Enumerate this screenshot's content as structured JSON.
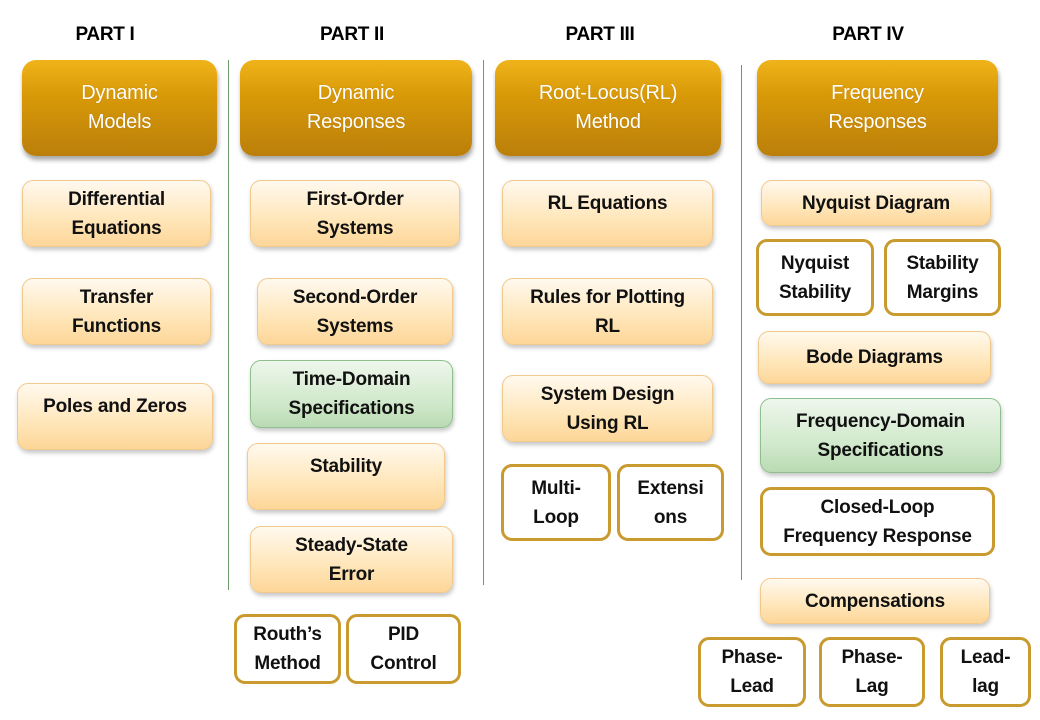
{
  "parts": [
    {
      "title": "PART I",
      "header": "Dynamic\nModels"
    },
    {
      "title": "PART II",
      "header": "Dynamic\nResponses"
    },
    {
      "title": "PART III",
      "header": "Root-Locus(RL)\nMethod"
    },
    {
      "title": "PART IV",
      "header": "Frequency\nResponses"
    }
  ],
  "part1": {
    "differential_equations": "Differential\nEquations",
    "transfer_functions": "Transfer\nFunctions",
    "poles_and_zeros": "Poles and Zeros"
  },
  "part2": {
    "first_order": "First-Order\nSystems",
    "second_order": "Second-Order\nSystems",
    "time_domain": "Time-Domain\nSpecifications",
    "stability": "Stability",
    "steady_state": "Steady-State\nError",
    "routh": "Routh’s\nMethod",
    "pid": "PID\nControl"
  },
  "part3": {
    "rl_equations": "RL Equations",
    "rules_plotting": "Rules for Plotting\nRL",
    "system_design": "System Design\nUsing RL",
    "multi_loop": "Multi-\nLoop",
    "extensions": "Extensi\nons"
  },
  "part4": {
    "nyquist_diagram": "Nyquist Diagram",
    "nyquist_stability": "Nyquist\nStability",
    "stability_margins": "Stability\nMargins",
    "bode": "Bode Diagrams",
    "freq_domain": "Frequency-Domain\nSpecifications",
    "closed_loop": "Closed-Loop\nFrequency Response",
    "compensations": "Compensations",
    "phase_lead": "Phase-\nLead",
    "phase_lag": "Phase-\nLag",
    "lead_lag": "Lead-\nlag"
  }
}
